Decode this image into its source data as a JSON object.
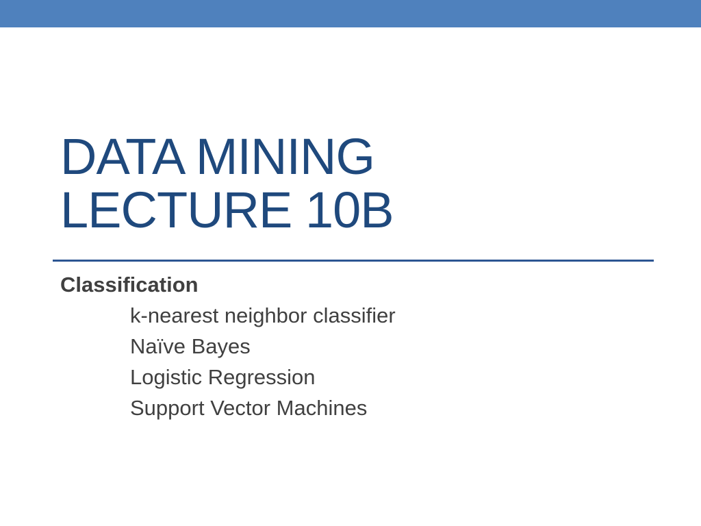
{
  "slide": {
    "accent_color": "#4F81BD",
    "title_color": "#1F497D",
    "title_lines": [
      "DATA MINING",
      "LECTURE 10B"
    ],
    "subtitle": {
      "heading": "Classification",
      "items": [
        "k-nearest neighbor classifier",
        "Naïve Bayes",
        "Logistic Regression",
        "Support Vector Machines"
      ]
    }
  }
}
